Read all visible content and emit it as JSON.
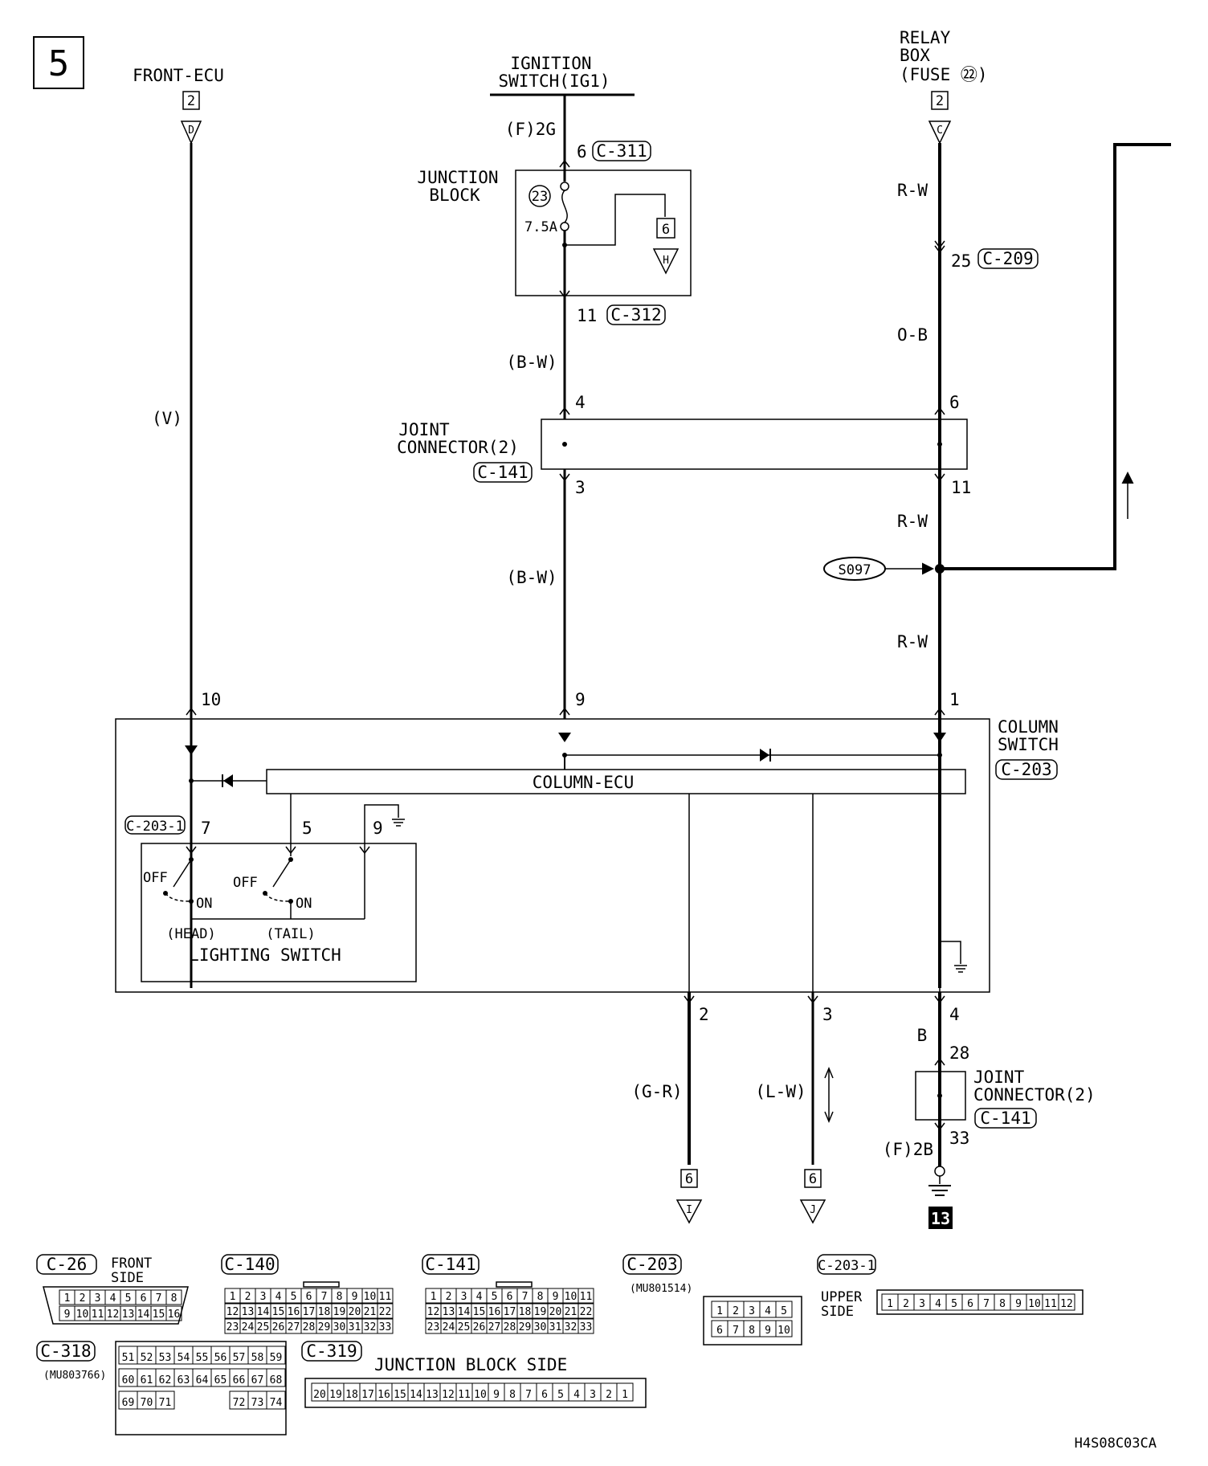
{
  "page_number": "5",
  "top": {
    "front_ecu": {
      "name": "FRONT-ECU",
      "ref_num": "2",
      "ref_letter": "D"
    },
    "ignition": {
      "line1": "IGNITION",
      "line2": "SWITCH(IG1)",
      "conn": "(F)2G"
    },
    "relay": {
      "line1": "RELAY",
      "line2": "BOX",
      "line3": "(FUSE ㉒)",
      "ref_num": "2",
      "ref_letter": "C"
    }
  },
  "junction_block": {
    "line1": "JUNCTION",
    "line2": "BLOCK",
    "fuse_num": "23",
    "fuse_rating": "7.5A",
    "ref_num": "6",
    "ref_letter": "H",
    "in_pin": "6",
    "in_conn": "C-311",
    "out_pin": "11",
    "out_conn": "C-312"
  },
  "wires": {
    "v": "(V)",
    "bw1": "(B-W)",
    "bw2": "(B-W)",
    "rw1": "R-W",
    "ob": "O-B",
    "rw2": "R-W",
    "rw3": "R-W",
    "gr": "(G-R)",
    "lw": "(L-W)",
    "b": "B"
  },
  "relay_path": {
    "pin25": "25",
    "conn209": "C-209",
    "pin6": "6",
    "pin11": "11",
    "splice": "S097"
  },
  "joint_connector_top": {
    "line1": "JOINT",
    "line2": "CONNECTOR(2)",
    "conn": "C-141",
    "pin_in": "4",
    "pin_out": "3"
  },
  "column_switch": {
    "line1": "COLUMN",
    "line2": "SWITCH",
    "conn": "C-203",
    "ecu": "COLUMN-ECU",
    "pin_v": "10",
    "pin_bw": "9",
    "pin_rw": "1",
    "sub_conn": "C-203-1",
    "pin7": "7",
    "pin5": "5",
    "pin9": "9",
    "off1": "OFF",
    "on1": "ON",
    "head": "(HEAD)",
    "off2": "OFF",
    "on2": "ON",
    "tail": "(TAIL)",
    "lighting": "LIGHTING SWITCH",
    "out2": "2",
    "out3": "3",
    "out4": "4"
  },
  "bottom": {
    "ref_i_num": "6",
    "ref_i": "I",
    "ref_j_num": "6",
    "ref_j": "J",
    "joint_line1": "JOINT",
    "joint_line2": "CONNECTOR(2)",
    "joint_conn": "C-141",
    "pin28": "28",
    "pin33": "33",
    "conn_f2b": "(F)2B",
    "ground": "13"
  },
  "connectors": {
    "c26": {
      "name": "C-26",
      "side1": "FRONT",
      "side2": "SIDE",
      "row1": [
        "1",
        "2",
        "3",
        "4",
        "5",
        "6",
        "7",
        "8"
      ],
      "row2": [
        "9",
        "10",
        "11",
        "12",
        "13",
        "14",
        "15",
        "16"
      ]
    },
    "c140": {
      "name": "C-140",
      "row1": [
        "1",
        "2",
        "3",
        "4",
        "5",
        "6",
        "7",
        "8",
        "9",
        "10",
        "11"
      ],
      "row2": [
        "12",
        "13",
        "14",
        "15",
        "16",
        "17",
        "18",
        "19",
        "20",
        "21",
        "22"
      ],
      "row3": [
        "23",
        "24",
        "25",
        "26",
        "27",
        "28",
        "29",
        "30",
        "31",
        "32",
        "33"
      ]
    },
    "c141": {
      "name": "C-141",
      "row1": [
        "1",
        "2",
        "3",
        "4",
        "5",
        "6",
        "7",
        "8",
        "9",
        "10",
        "11"
      ],
      "row2": [
        "12",
        "13",
        "14",
        "15",
        "16",
        "17",
        "18",
        "19",
        "20",
        "21",
        "22"
      ],
      "row3": [
        "23",
        "24",
        "25",
        "26",
        "27",
        "28",
        "29",
        "30",
        "31",
        "32",
        "33"
      ]
    },
    "c203": {
      "name": "C-203",
      "part": "(MU801514)",
      "row1": [
        "1",
        "2",
        "3",
        "4",
        "5"
      ],
      "row2": [
        "6",
        "7",
        "8",
        "9",
        "10"
      ]
    },
    "c2031": {
      "name": "C-203-1",
      "side1": "UPPER",
      "side2": "SIDE",
      "row1": [
        "1",
        "2",
        "3",
        "4",
        "5",
        "6",
        "7",
        "8",
        "9",
        "10",
        "11",
        "12"
      ]
    },
    "c318": {
      "name": "C-318",
      "part": "(MU803766)",
      "row1": [
        "51",
        "52",
        "53",
        "54",
        "55",
        "56",
        "57",
        "58",
        "59"
      ],
      "row2": [
        "60",
        "61",
        "62",
        "63",
        "64",
        "65",
        "66",
        "67",
        "68"
      ],
      "row3": [
        "69",
        "70",
        "71",
        "",
        "",
        "",
        "72",
        "73",
        "74"
      ]
    },
    "c319": {
      "name": "C-319",
      "caption": "JUNCTION BLOCK SIDE",
      "row1": [
        "20",
        "19",
        "18",
        "17",
        "16",
        "15",
        "14",
        "13",
        "12",
        "11",
        "10",
        "9",
        "8",
        "7",
        "6",
        "5",
        "4",
        "3",
        "2",
        "1"
      ]
    }
  },
  "doc_code": "H4S08C03CA"
}
